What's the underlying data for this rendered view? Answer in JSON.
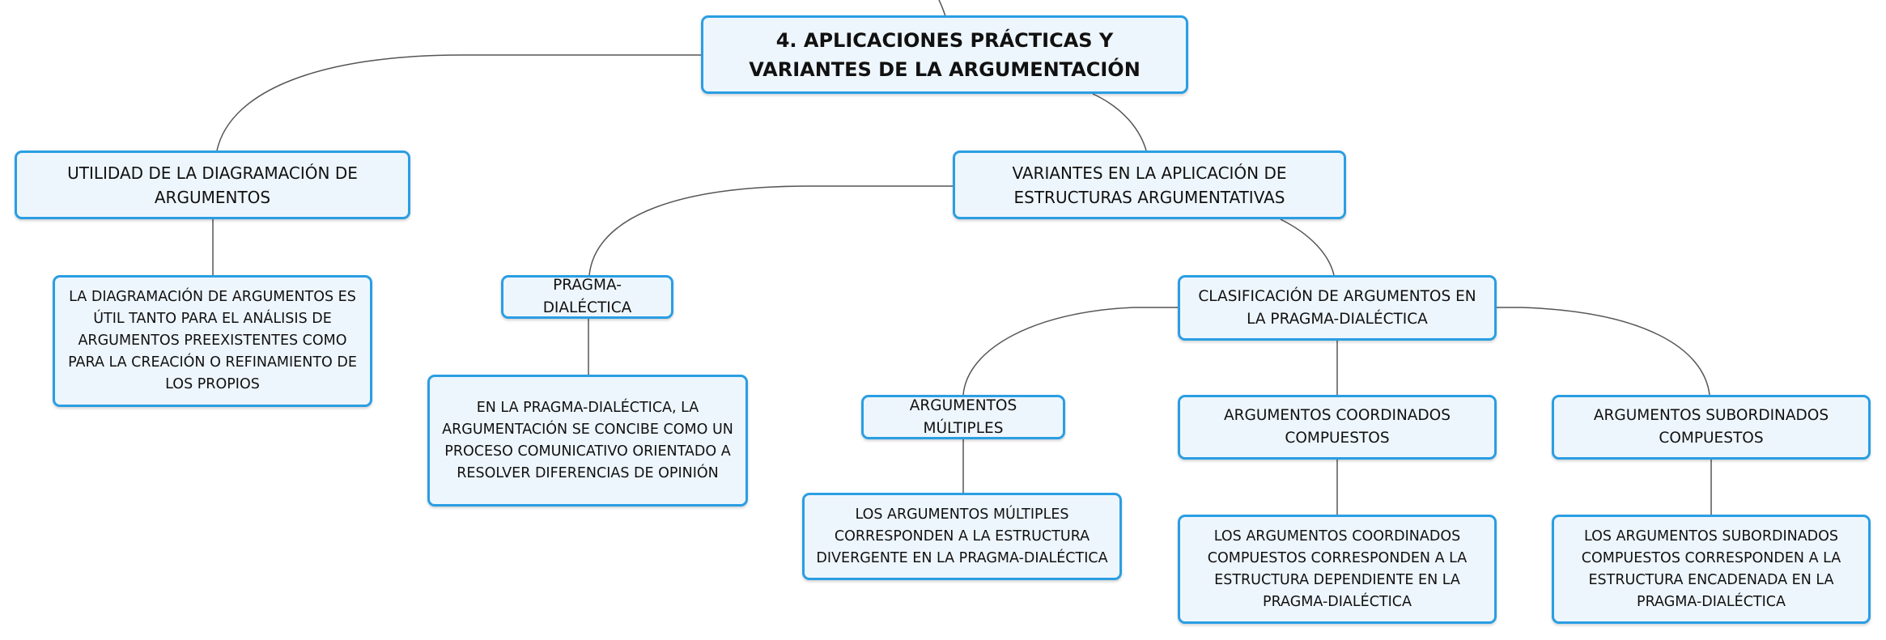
{
  "map": {
    "root": "4. APLICACIONES PRÁCTICAS Y VARIANTES DE LA ARGUMENTACIÓN",
    "utilidad": {
      "label": "UTILIDAD DE LA DIAGRAMACIÓN DE ARGUMENTOS",
      "detail": "LA DIAGRAMACIÓN DE ARGUMENTOS ES ÚTIL TANTO PARA EL ANÁLISIS DE ARGUMENTOS PREEXISTENTES COMO PARA LA CREACIÓN O REFINAMIENTO DE LOS PROPIOS"
    },
    "variantes": {
      "label": "VARIANTES EN LA APLICACIÓN DE ESTRUCTURAS ARGUMENTATIVAS"
    },
    "pragma": {
      "label": "PRAGMA-DIALÉCTICA",
      "detail": "EN LA PRAGMA-DIALÉCTICA, LA ARGUMENTACIÓN SE CONCIBE COMO UN PROCESO COMUNICATIVO ORIENTADO A RESOLVER DIFERENCIAS DE OPINIÓN"
    },
    "clasificacion": {
      "label": "CLASIFICACIÓN DE ARGUMENTOS EN LA PRAGMA-DIALÉCTICA"
    },
    "multiples": {
      "label": "ARGUMENTOS MÚLTIPLES",
      "detail": "LOS ARGUMENTOS MÚLTIPLES CORRESPONDEN A LA ESTRUCTURA DIVERGENTE EN LA PRAGMA-DIALÉCTICA"
    },
    "coordinados": {
      "label": "ARGUMENTOS COORDINADOS COMPUESTOS",
      "detail": "LOS ARGUMENTOS COORDINADOS COMPUESTOS CORRESPONDEN A LA ESTRUCTURA DEPENDIENTE EN LA PRAGMA-DIALÉCTICA"
    },
    "subordinados": {
      "label": "ARGUMENTOS SUBORDINADOS COMPUESTOS",
      "detail": "LOS ARGUMENTOS SUBORDINADOS COMPUESTOS CORRESPONDEN A LA ESTRUCTURA ENCADENADA EN LA PRAGMA-DIALÉCTICA"
    }
  }
}
